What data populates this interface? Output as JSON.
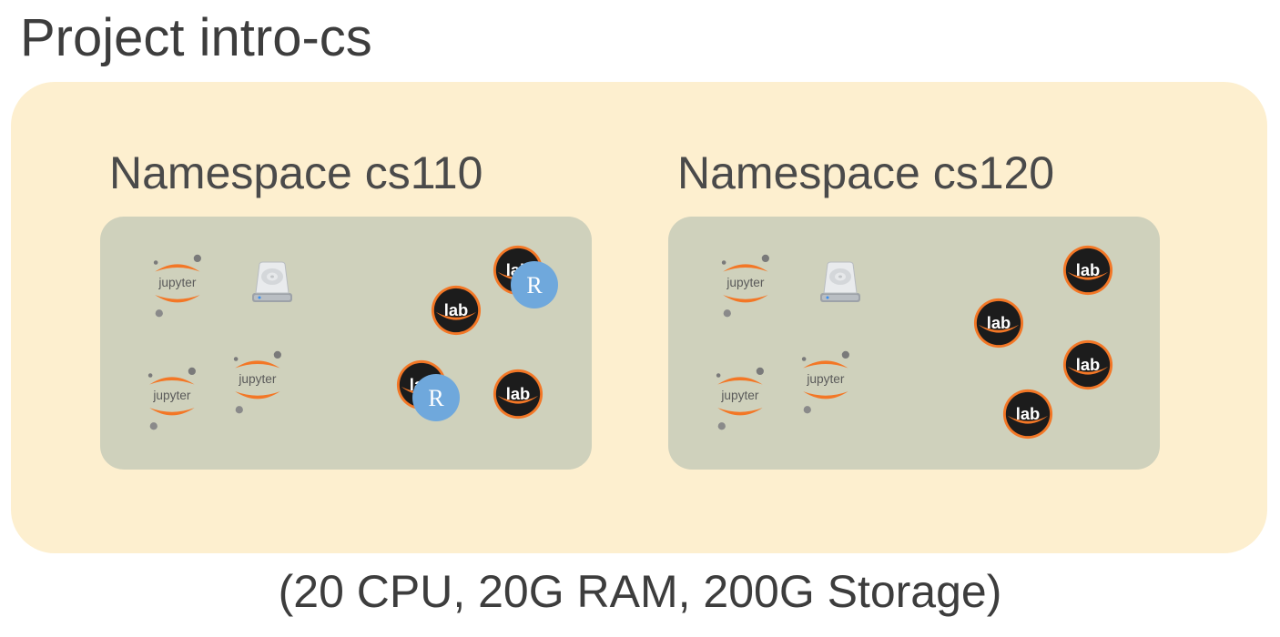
{
  "project": {
    "title": "Project intro-cs",
    "resources": "(20 CPU, 20G RAM, 200G Storage)"
  },
  "namespaces": [
    {
      "label": "Namespace cs110",
      "icons": [
        "jupyter-icon",
        "jupyter-icon",
        "jupyter-icon",
        "storage-drive-icon",
        "jupyterlab-icon",
        "jupyterlab-icon",
        "jupyterlab-r-icon",
        "jupyterlab-r-icon"
      ]
    },
    {
      "label": "Namespace cs120",
      "icons": [
        "jupyter-icon",
        "jupyter-icon",
        "jupyter-icon",
        "storage-drive-icon",
        "jupyterlab-icon",
        "jupyterlab-icon",
        "jupyterlab-icon",
        "jupyterlab-icon"
      ]
    }
  ],
  "icon_text": {
    "jupyter": "jupyter",
    "lab": "lab",
    "r": "R"
  },
  "colors": {
    "project_background": "#fdefcf",
    "namespace_background": "#cfd1bc",
    "jupyter_orange": "#f37726",
    "lab_badge": "#1c1c1c",
    "r_badge": "#6fa8dc"
  }
}
